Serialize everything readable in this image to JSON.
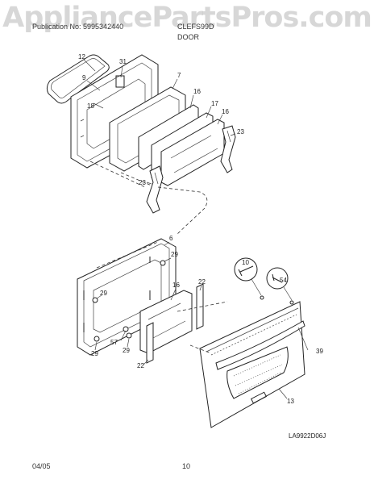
{
  "watermark": "AppliancePartsPros.com",
  "header": {
    "left": "Publication No: 5995342440",
    "model": "CLEFS99D",
    "section": "DOOR"
  },
  "callouts": {
    "c12": "12",
    "c31": "31",
    "c9": "9",
    "c7": "7",
    "c16a": "16",
    "c18": "18",
    "c17": "17",
    "c16b": "16",
    "c23a": "23",
    "c23b": "23",
    "c6": "6",
    "c29a": "29",
    "c29b": "29",
    "c16c": "16",
    "c22a": "22",
    "c57": "57",
    "c29c": "29",
    "c29d": "29",
    "c22b": "22",
    "c10": "10",
    "c54": "54",
    "c39": "39",
    "c13": "13"
  },
  "diagram_code": "LA9922D06J",
  "footer": {
    "date": "04/05",
    "page": "10"
  }
}
